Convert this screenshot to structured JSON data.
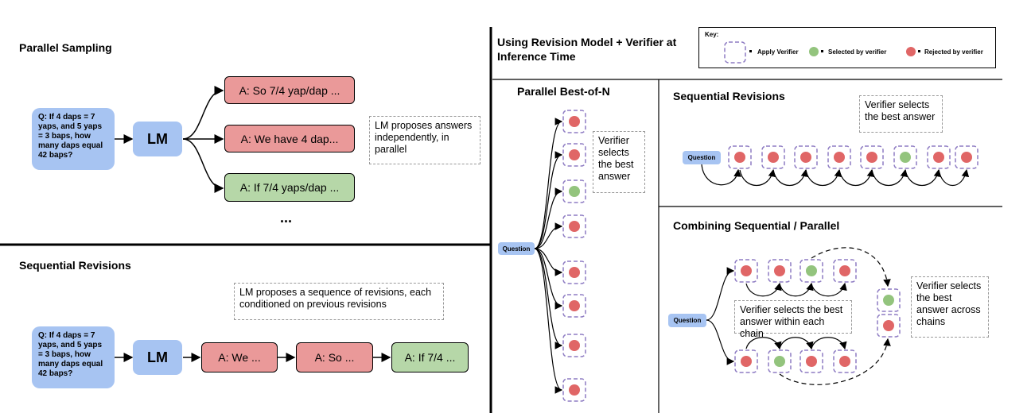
{
  "parallel_sampling": {
    "title": "Parallel Sampling",
    "question": "Q: If 4 daps = 7 yaps, and 5 yaps = 3 baps, how many daps equal 42 baps?",
    "lm_label": "LM",
    "answers": [
      "A: So 7/4 yap/dap ...",
      "A: We have 4 dap...",
      "A: If 7/4 yaps/dap ..."
    ],
    "note": "LM proposes answers independently, in parallel",
    "ellipsis": "..."
  },
  "sequential_revisions_left": {
    "title": "Sequential Revisions",
    "question": "Q: If 4 daps = 7 yaps, and 5 yaps = 3 baps, how many daps equal 42 baps?",
    "lm_label": "LM",
    "answers": [
      "A: We ...",
      "A: So ...",
      "A: If 7/4 ..."
    ],
    "note": "LM proposes a sequence of revisions, each conditioned on previous revisions"
  },
  "right_header": {
    "title": "Using Revision Model + Verifier at Inference Time",
    "key_label": "Key:",
    "key_apply": "Apply Verifier",
    "key_selected": "Selected by verifier",
    "key_rejected": "Rejected by verifier"
  },
  "best_of_n": {
    "title": "Parallel Best-of-N",
    "question": "Question",
    "note": "Verifier selects the best answer"
  },
  "seq_revisions_right": {
    "title": "Sequential Revisions",
    "question": "Question",
    "note": "Verifier selects the best answer"
  },
  "combining": {
    "title": "Combining Sequential / Parallel",
    "question": "Question",
    "note_within": "Verifier selects the best answer within each chain",
    "note_across": "Verifier selects the best answer across chains"
  },
  "colors": {
    "blue": "#a7c4f2",
    "red_box": "#ea9999",
    "green_box": "#b6d7a8",
    "red_dot": "#e06666",
    "green_dot": "#93c47d",
    "verifier_dash": "#8e7cc3"
  }
}
